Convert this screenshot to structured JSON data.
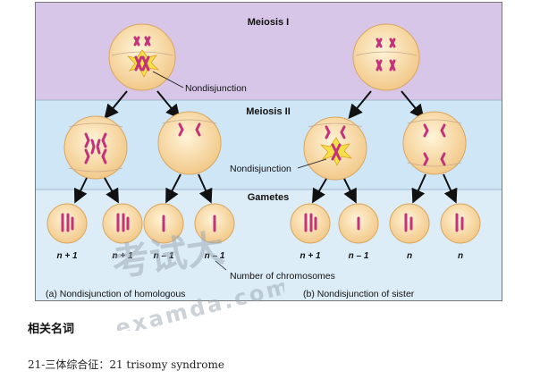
{
  "figure": {
    "meiosis1_title": "Meiosis I",
    "meiosis2_title": "Meiosis II",
    "gametes_title": "Gametes",
    "nondisjunction_label": "Nondisjunction",
    "chromosome_counts": [
      "n + 1",
      "n + 1",
      "n – 1",
      "n – 1",
      "n + 1",
      "n – 1",
      "n",
      "n"
    ],
    "axis_note": "Number of chromosomes",
    "caption_a": "(a) Nondisjunction of homologous",
    "caption_b": "(b) Nondisjunction of sister"
  },
  "watermark": {
    "text": "考试大",
    "domain": "examda.com"
  },
  "colors": {
    "band_top": "#d8c6e8",
    "band_mid": "#cfe6f6",
    "band_bottom": "#d8ecf8",
    "cell": "#f7dba0",
    "chromosome": "#c4327a"
  },
  "section_heading": "相关名词",
  "term": "21-三体综合征：21 trisomy syndrome"
}
